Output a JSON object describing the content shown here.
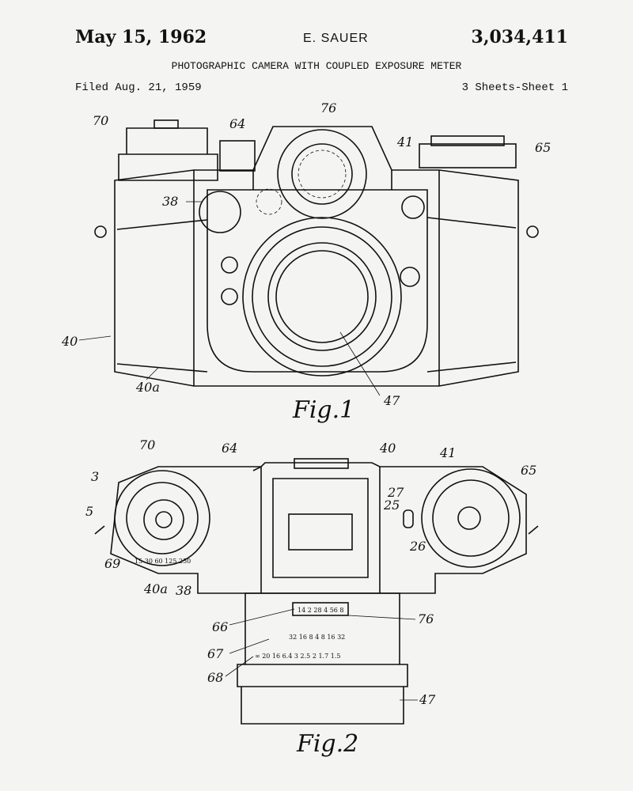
{
  "header": {
    "date": "May 15, 1962",
    "inventor": "E. SAUER",
    "patent_number": "3,034,411",
    "title": "PHOTOGRAPHIC CAMERA WITH COUPLED EXPOSURE METER",
    "filed": "Filed Aug. 21, 1959",
    "sheets": "3 Sheets-Sheet 1"
  },
  "fig1": {
    "caption": "Fig.1",
    "labels": {
      "n70": "70",
      "n64": "64",
      "n76": "76",
      "n41": "41",
      "n65": "65",
      "n38": "38",
      "n40": "40",
      "n40a": "40a",
      "n47": "47"
    }
  },
  "fig2": {
    "caption": "Fig.2",
    "labels": {
      "n70": "70",
      "n64": "64",
      "n40": "40",
      "n41": "41",
      "n65": "65",
      "n3": "3",
      "n5": "5",
      "n69": "69",
      "n40a": "40a",
      "n38": "38",
      "n27": "27",
      "n25": "25",
      "n26": "26",
      "n66": "66",
      "n76": "76",
      "n67": "67",
      "n68": "68",
      "n47": "47"
    },
    "scales": {
      "meter": "14 2 28 4 56 8",
      "distance": "32 16 8 4 8 16 32",
      "aperture": "∞ 20 16 6.4 3 2.5 2 1.7 1.5",
      "shutter": "15 30 60 125 250"
    }
  }
}
